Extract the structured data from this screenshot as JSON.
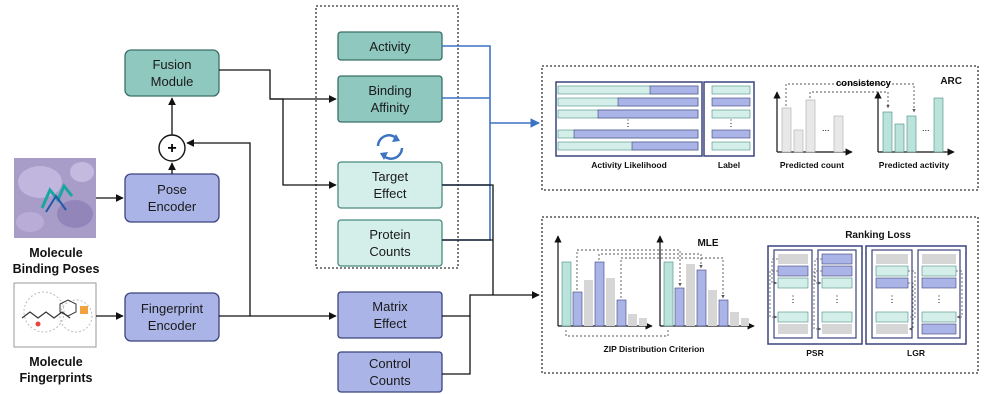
{
  "inputs": {
    "poses_line1": "Molecule",
    "poses_line2": "Binding Poses",
    "fingerprints_line1": "Molecule",
    "fingerprints_line2": "Fingerprints"
  },
  "modules": {
    "fusion_line1": "Fusion",
    "fusion_line2": "Module",
    "pose_line1": "Pose",
    "pose_line2": "Encoder",
    "fp_line1": "Fingerprint",
    "fp_line2": "Encoder",
    "plus": "+"
  },
  "heads": {
    "activity": "Activity",
    "binding_line1": "Binding",
    "binding_line2": "Affinity",
    "target_line1": "Target",
    "target_line2": "Effect",
    "protein_line1": "Protein",
    "protein_line2": "Counts",
    "matrix_line1": "Matrix",
    "matrix_line2": "Effect",
    "control_line1": "Control",
    "control_line2": "Counts"
  },
  "arc": {
    "title": "ARC",
    "activity_likelihood": "Activity Likelihood",
    "label": "Label",
    "consistency": "consistency",
    "predicted_count": "Predicted count",
    "predicted_activity": "Predicted activity",
    "dots": "...",
    "vdots": "⋮"
  },
  "loss": {
    "mle": "MLE",
    "zip": "ZIP Distribution Criterion",
    "ranking_loss": "Ranking Loss",
    "psr": "PSR",
    "lgr": "LGR",
    "vdots": "⋮"
  },
  "colors": {
    "teal_fill": "#8fc8bf",
    "teal_stroke": "#3a6f68",
    "blue_fill": "#aab4e6",
    "blue_stroke": "#3b447e",
    "light_teal": "#d4efe9",
    "light_teal_stroke": "#4a8a80",
    "arrow_blue": "#3c74c2",
    "grey_bar": "#d6d6d6"
  }
}
